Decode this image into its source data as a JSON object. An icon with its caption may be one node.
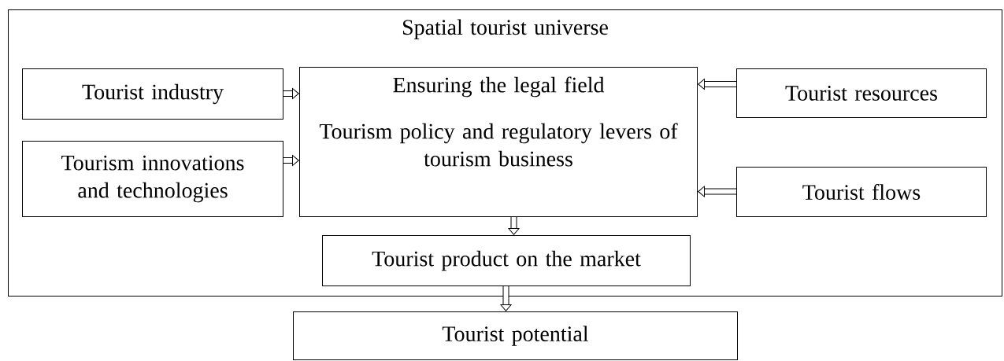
{
  "diagram": {
    "nodes": [
      {
        "text": [
          "Spatial tourist universe"
        ]
      },
      {
        "text": [
          "Tourist industry"
        ],
        "in": 0
      },
      {
        "text": [
          "Tourism innovations and technologies"
        ],
        "in": 0
      },
      {
        "text": [
          "Ensuring the legal field",
          "Tourism policy and regulatory levers of tourism business"
        ],
        "in": 0
      },
      {
        "text": [
          "Tourist resources"
        ],
        "in": 0
      },
      {
        "text": [
          "Tourist flows"
        ],
        "in": 0
      },
      {
        "text": [
          "Tourist product on the market"
        ],
        "in": 0
      },
      {
        "text": [
          "Tourist potential"
        ]
      }
    ],
    "edges": [
      {
        "from": 1,
        "to": 3,
        "arrow": "to"
      },
      {
        "from": 2,
        "to": 3,
        "arrow": "to"
      },
      {
        "from": 4,
        "to": 3,
        "arrow": "to"
      },
      {
        "from": 5,
        "to": 3,
        "arrow": "to"
      },
      {
        "from": 3,
        "to": 6,
        "arrow": "to"
      },
      {
        "from": 6,
        "to": 7,
        "arrow": "to"
      }
    ]
  }
}
